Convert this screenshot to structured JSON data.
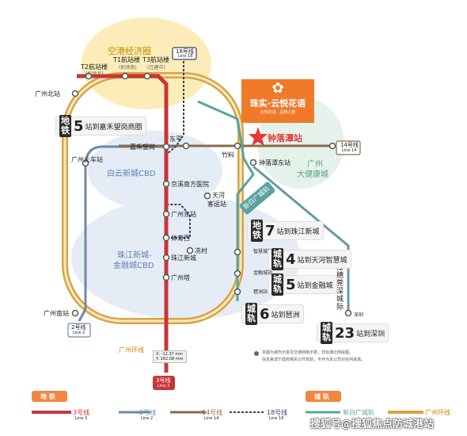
{
  "zones": {
    "airport": "空港经济圈",
    "baiyun": "白云新城CBD",
    "pearl_river": [
      "珠江新城-",
      "金融城CBD"
    ],
    "health": [
      "广州",
      "大健康城"
    ]
  },
  "stations": {
    "t2": [
      "T2航站楼",
      "(机场北)"
    ],
    "t1": [
      "T1航站楼",
      "(机场南)"
    ],
    "t3": [
      "T3航站楼",
      "(在建中)"
    ],
    "gz_north": "广州北站",
    "jiahe": "嘉禾望岗",
    "dongping": "东平",
    "zhuliao": "竹料",
    "zhongluotan": "钟落潭站",
    "zhongluotan_east": "钟落潭东站",
    "gz_train": "广州火车站",
    "jingxi": "京溪南方医院",
    "tianhe_bus": [
      "天河",
      "客运站"
    ],
    "gz_east": "广州东站",
    "tiyu": "体育西",
    "xiancun": "冼村",
    "zhujiang": "珠江新城",
    "gz_tower": "广州塔",
    "zhihui": "智慧城站",
    "jinrong": "金融城站",
    "pazhou": "琶洲站",
    "gz_south": "广州南站",
    "shenzhen": "深圳",
    "link_text": [
      "连",
      "接",
      "穗",
      "莞",
      "深",
      "城",
      "际"
    ]
  },
  "line_badges": {
    "line18": [
      "18号线",
      "Line 18"
    ],
    "line14": [
      "14号线",
      "Line 14"
    ],
    "line2": [
      "2号线",
      "Line 2"
    ],
    "line3": [
      "3号线",
      "Line 3"
    ],
    "xinbai": "新白广城轨",
    "gz_ring_partial": "广州环线"
  },
  "panels": [
    {
      "tag": "地铁",
      "num": "5",
      "text": "站到嘉禾望岗商圈"
    },
    {
      "tag": "地铁",
      "num": "7",
      "text": "站到珠江新城"
    },
    {
      "tag": "城轨",
      "num": "4",
      "text": "站到天河智慧城"
    },
    {
      "tag": "城轨",
      "num": "5",
      "text": "站到金融城"
    },
    {
      "tag": "城轨",
      "num": "6",
      "text": "站到琶洲"
    },
    {
      "tag": "城轨",
      "num": "23",
      "text": "站到深圳"
    }
  ],
  "project": {
    "name": "珠实·云悦花语",
    "sub": "云悦花语 · 品牌力量"
  },
  "coord_readout": [
    "X: -12.37 mm",
    "Y: 162.08 mm"
  ],
  "note": [
    "本图为城市示意及交通网络示意，非标准比例绘图，",
    "信息来源于政府相关公开规划，不作为本公司对任何承诺。"
  ],
  "legend": {
    "metro_title": "地 铁",
    "rail_title": "城 轨",
    "items": [
      {
        "cn": "3号线",
        "en": "Line 3",
        "color": "#c6363a"
      },
      {
        "cn": "2号线",
        "en": "Line 2",
        "color": "#6d8aa6"
      },
      {
        "cn": "14号线",
        "en": "Line 14",
        "color": "#8a6a4a"
      },
      {
        "cn": "18号线",
        "en": "Line 18",
        "color": "#3a3f66"
      },
      {
        "cn": "新白广城轨",
        "en": "",
        "color": "#5aa3a0"
      },
      {
        "cn": "广州环线",
        "en": "",
        "color": "#d9a441"
      }
    ]
  },
  "watermark": "搜狐号@搜狐焦点防城港站",
  "colors": {
    "line3": "#c6363a",
    "line2": "#6d8aa6",
    "ring": "#d9a441",
    "line14": "#8a6a4a",
    "line18": "#3a3f66",
    "xinbai": "#5aa3a0",
    "project": "#f07a2a",
    "star": "#e53935"
  }
}
